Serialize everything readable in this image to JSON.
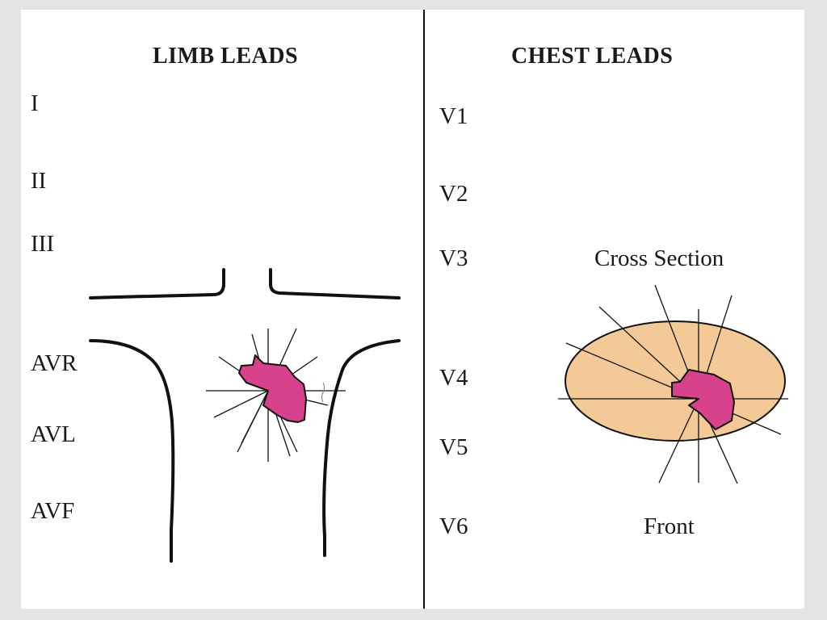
{
  "limb": {
    "title": "LIMB LEADS",
    "leads": [
      "I",
      "II",
      "III",
      "AVR",
      "AVL",
      "AVF"
    ]
  },
  "chest": {
    "title": "CHEST LEADS",
    "leads": [
      "V1",
      "V2",
      "V3",
      "V4",
      "V5",
      "V6"
    ],
    "cross_section_label": "Cross Section",
    "front_label": "Front"
  },
  "colors": {
    "heart": "#d8428c",
    "torso_cross_section": "#f4c998",
    "line": "#111111"
  }
}
